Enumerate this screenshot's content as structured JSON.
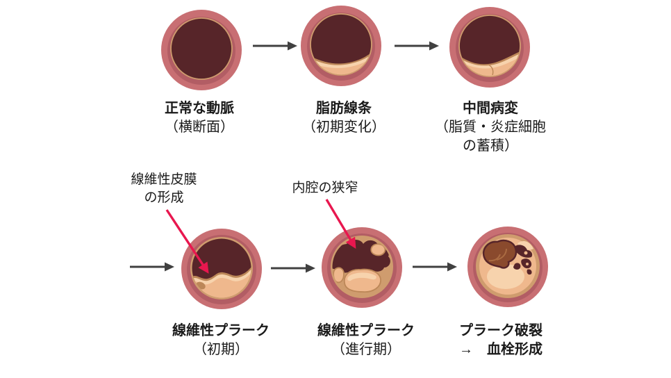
{
  "colors": {
    "background": "#ffffff",
    "text": "#1a1a1a",
    "arrow_gray": "#404040",
    "arrow_red": "#e8174f",
    "artery_outer": "#c86f73",
    "artery_inner_ring": "#b25d64",
    "lumen_dark": "#572529",
    "cap_tan": "#cf9c6e",
    "plaque_peach": "#efb88d",
    "plaque_light": "#f7d3ad",
    "plaque_edge": "#bc8758",
    "thrombus_brown": "#8a4a2d",
    "thrombus_highlight": "#aa6b42"
  },
  "stages": [
    {
      "label": "正常な動脈",
      "sublines": [
        "（横断面）"
      ]
    },
    {
      "label": "脂肪線条",
      "sublines": [
        "（初期変化）"
      ]
    },
    {
      "label": "中間病変",
      "sublines": [
        "（脂質・炎症細胞",
        "の蓄積）"
      ]
    },
    {
      "label": "線維性プラーク",
      "sublines": [
        "（初期）"
      ]
    },
    {
      "label": "線維性プラーク",
      "sublines": [
        "（進行期）"
      ]
    },
    {
      "label": "プラーク破裂",
      "sublines": [
        "→　血栓形成"
      ]
    }
  ],
  "annotations": [
    {
      "lines": [
        "線維性皮膜",
        "の形成"
      ]
    },
    {
      "lines": [
        "内腔の狭窄"
      ]
    }
  ]
}
